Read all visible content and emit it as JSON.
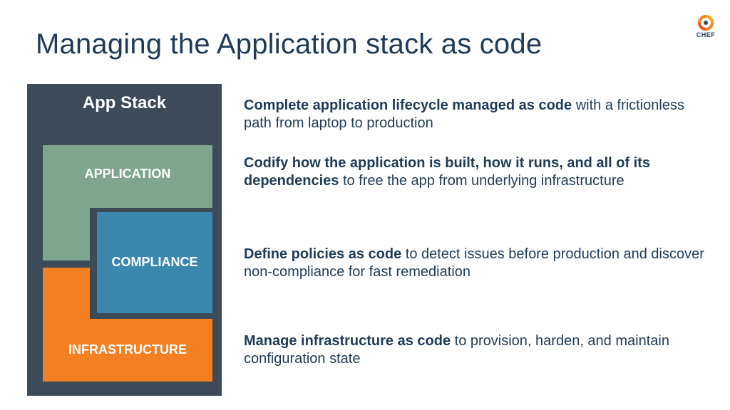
{
  "slide": {
    "title": "Managing the Application stack as code",
    "logo": {
      "text": "CHEF",
      "icon": "chef-logo-icon"
    }
  },
  "stack": {
    "title": "App Stack",
    "layers": {
      "application": {
        "label": "APPLICATION",
        "color": "#7ea58d"
      },
      "compliance": {
        "label": "COMPLIANCE",
        "color": "#3a88ad"
      },
      "infrastructure": {
        "label": "INFRASTRUCTURE",
        "color": "#f28023"
      }
    },
    "frame_color": "#3d4a58"
  },
  "bullets": [
    {
      "bold": "Complete application lifecycle managed as code",
      "rest": " with a frictionless path from laptop to production"
    },
    {
      "bold": "Codify how the application is built, how it runs, and all of its dependencies",
      "rest": " to free the app from underlying infrastructure"
    },
    {
      "bold": "Define policies as code",
      "rest": " to detect issues before production and discover non-compliance for fast remediation"
    },
    {
      "bold": "Manage infrastructure as code",
      "rest": " to provision, harden, and maintain configuration state"
    }
  ],
  "colors": {
    "title_text": "#1f3b57",
    "body_text": "#1f3b57"
  }
}
